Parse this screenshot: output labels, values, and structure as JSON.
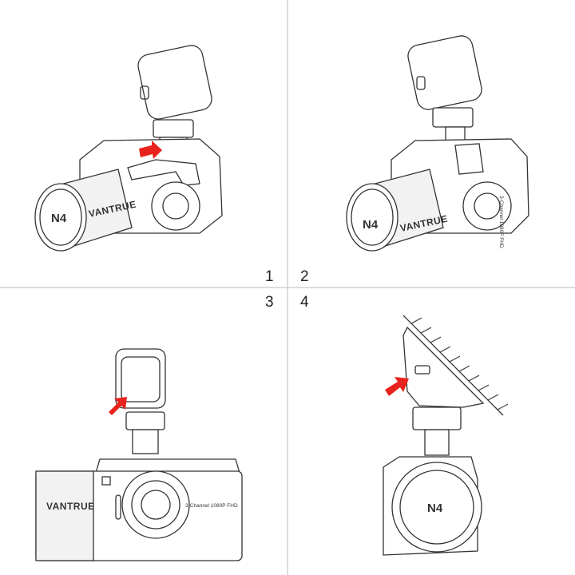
{
  "steps": [
    {
      "number": "1"
    },
    {
      "number": "2"
    },
    {
      "number": "3"
    },
    {
      "number": "4"
    }
  ],
  "camera": {
    "model_label": "N4",
    "brand_logo": "VANTRUE",
    "spec_label": "3-Channel 1080P FHD"
  },
  "colors": {
    "arrow": "#e8231e",
    "line": "#333333",
    "divider": "#bbbbbb"
  },
  "icons": [
    "red-arrow-icon"
  ]
}
